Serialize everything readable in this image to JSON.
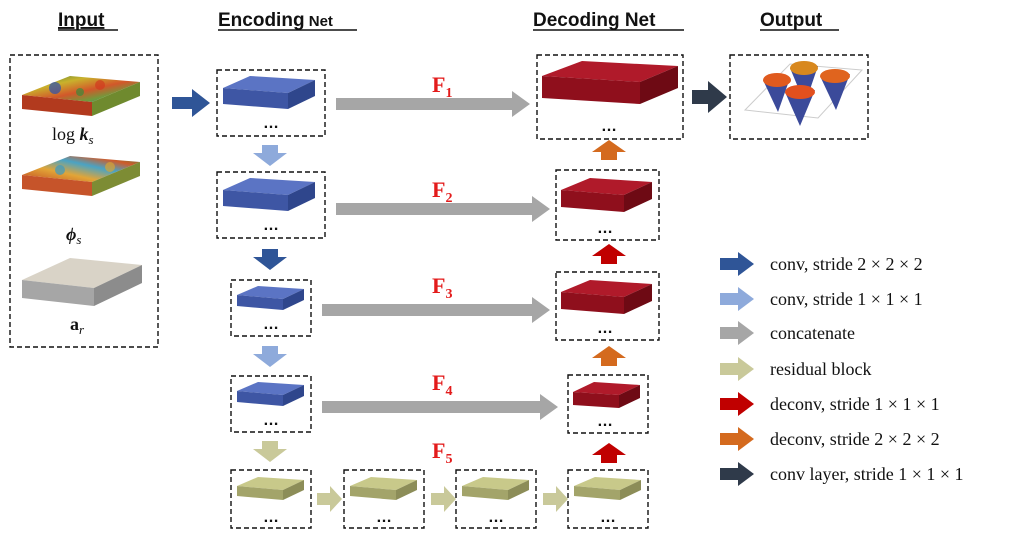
{
  "headers": {
    "input": "Input",
    "encoding_main": "Encoding",
    "encoding_suffix": " Net",
    "decoding": "Decoding Net",
    "output": "Output"
  },
  "inputs": {
    "logk_prefix": "log ",
    "logk_symbol": "k",
    "logk_sub": "s",
    "phi_symbol": "ϕ",
    "phi_sub": "s",
    "a_symbol": "a",
    "a_sub": "r"
  },
  "ellipsis": "…",
  "f_labels": [
    {
      "main": "F",
      "sub": "1"
    },
    {
      "main": "F",
      "sub": "2"
    },
    {
      "main": "F",
      "sub": "3"
    },
    {
      "main": "F",
      "sub": "4"
    },
    {
      "main": "F",
      "sub": "5"
    }
  ],
  "legend": [
    {
      "label": "conv, stride 2 × 2 × 2",
      "color": "#2f5597",
      "icon": "arrow-right-icon"
    },
    {
      "label": "conv, stride 1 × 1 × 1",
      "color": "#8eaadb",
      "icon": "arrow-right-icon"
    },
    {
      "label": "concatenate",
      "color": "#a6a6a6",
      "icon": "arrow-right-icon"
    },
    {
      "label": "residual block",
      "color": "#c9c99a",
      "icon": "arrow-right-icon"
    },
    {
      "label": "deconv, stride 1 × 1 × 1",
      "color": "#c00000",
      "icon": "arrow-right-icon"
    },
    {
      "label": "deconv, stride 2 × 2 × 2",
      "color": "#d46a1e",
      "icon": "arrow-right-icon"
    },
    {
      "label": "conv layer, stride 1 × 1 × 1",
      "color": "#2f3a4a",
      "icon": "arrow-right-icon"
    }
  ],
  "colors": {
    "encoder": "#4a63b5",
    "decoder": "#9c0f1c",
    "residual": "#b7b87a",
    "input_gray": "#d9d3c7",
    "concat": "#a6a6a6",
    "f_label": "#e31b1b"
  }
}
